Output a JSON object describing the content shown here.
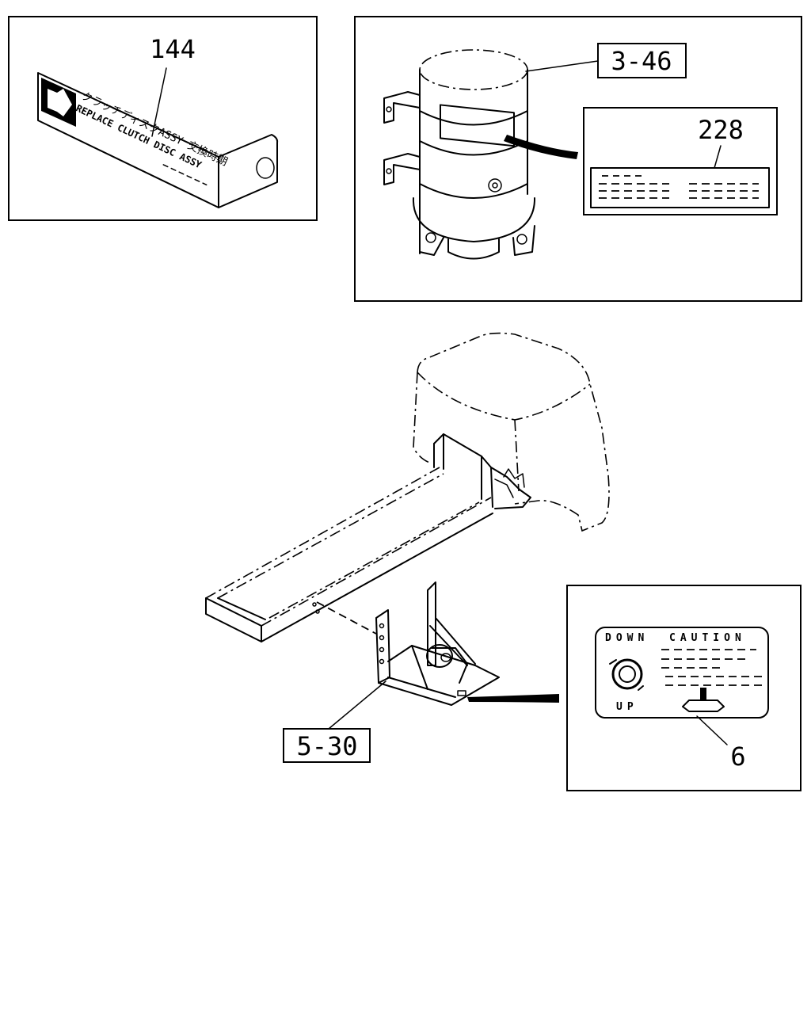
{
  "callouts": {
    "c144": "144",
    "c346": "3-46",
    "c228": "228",
    "c530": "5-30",
    "c6": "6"
  },
  "label144": {
    "line1": "クラッチディスクASSY 交換時期",
    "line2": "REPLACE CLUTCH DISC ASSY"
  },
  "label6": {
    "down": "DOWN",
    "caution": "CAUTION",
    "up": "UP"
  }
}
